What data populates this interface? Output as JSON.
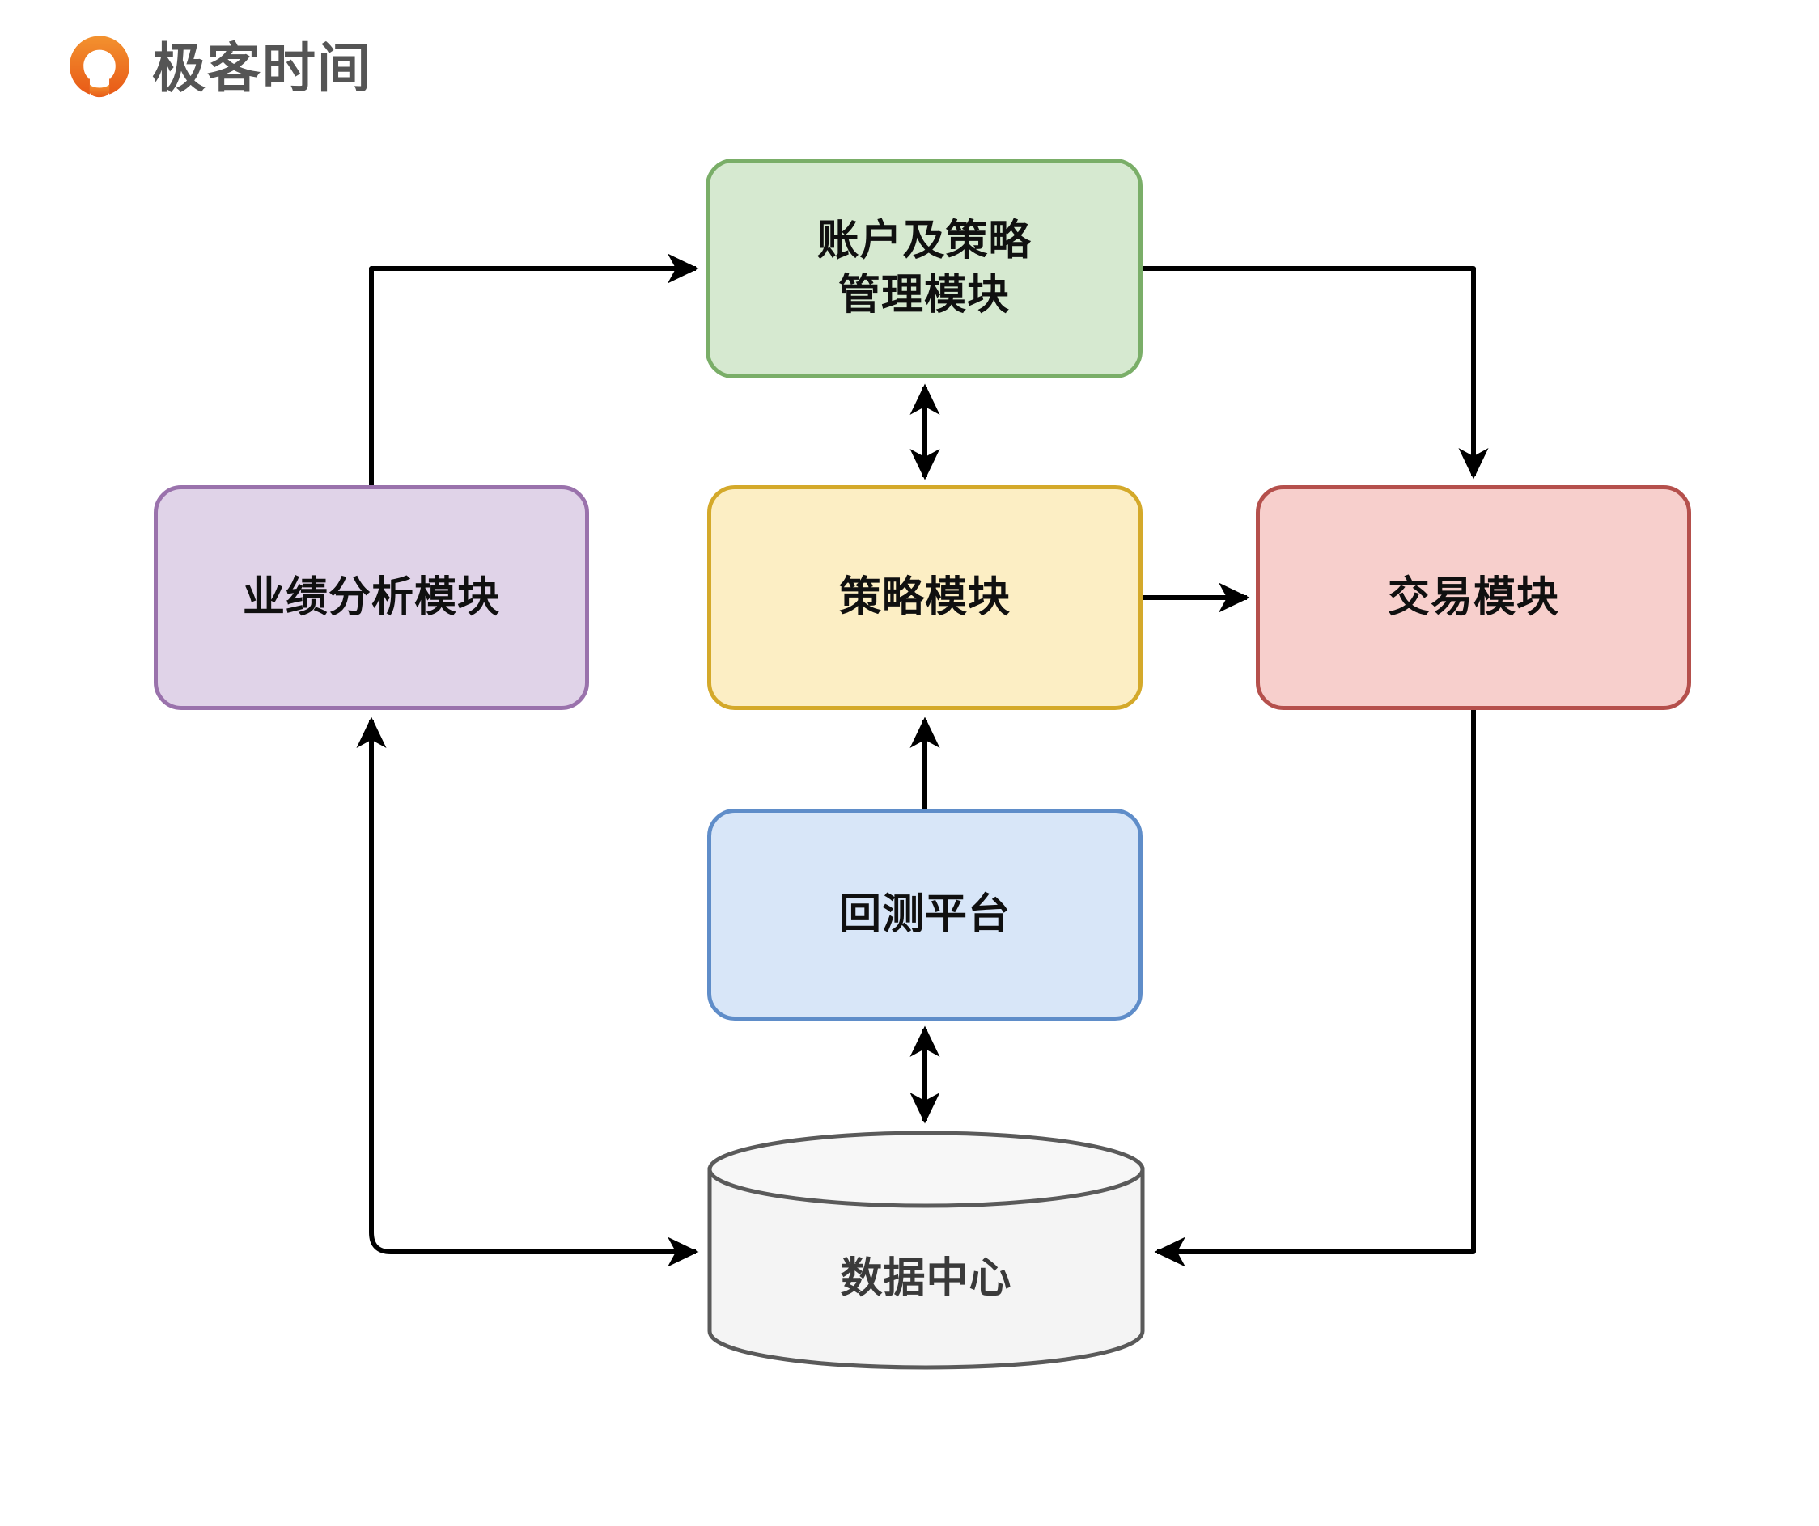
{
  "brand": {
    "logo_icon": "geekbang-circle-arrow-icon",
    "name": "极客时间",
    "logo_color": "#ea6a1e",
    "text_color": "#555555"
  },
  "diagram": {
    "type": "architecture-flow-diagram",
    "nodes": [
      {
        "id": "account",
        "label": "账户及策略\n管理模块",
        "shape": "rounded-rectangle",
        "fill": "#d6e9d0",
        "stroke": "#7aae68"
      },
      {
        "id": "performance",
        "label": "业绩分析模块",
        "shape": "rounded-rectangle",
        "fill": "#e0d3e8",
        "stroke": "#9a72ac"
      },
      {
        "id": "strategy",
        "label": "策略模块",
        "shape": "rounded-rectangle",
        "fill": "#fceec4",
        "stroke": "#d4a92a"
      },
      {
        "id": "trade",
        "label": "交易模块",
        "shape": "rounded-rectangle",
        "fill": "#f7cfcc",
        "stroke": "#b5504c"
      },
      {
        "id": "backtest",
        "label": "回测平台",
        "shape": "rounded-rectangle",
        "fill": "#d8e6f8",
        "stroke": "#5f8dc9"
      },
      {
        "id": "datacenter",
        "label": "数据中心",
        "shape": "cylinder",
        "fill": "#f4f4f4",
        "stroke": "#5a5a5a"
      }
    ],
    "edges": [
      {
        "from": "performance",
        "to": "account",
        "direction": "one-way",
        "routing": "up-then-right"
      },
      {
        "from": "account",
        "to": "trade",
        "direction": "one-way",
        "routing": "right-then-down"
      },
      {
        "from": "account",
        "to": "strategy",
        "direction": "two-way",
        "routing": "vertical"
      },
      {
        "from": "strategy",
        "to": "trade",
        "direction": "one-way",
        "routing": "horizontal"
      },
      {
        "from": "backtest",
        "to": "strategy",
        "direction": "one-way",
        "routing": "vertical"
      },
      {
        "from": "backtest",
        "to": "datacenter",
        "direction": "two-way",
        "routing": "vertical"
      },
      {
        "from": "datacenter",
        "to": "performance",
        "direction": "two-way",
        "routing": "left-then-up"
      },
      {
        "from": "trade",
        "to": "datacenter",
        "direction": "one-way",
        "routing": "down-then-left"
      }
    ],
    "edge_color": "#000000",
    "background": "#ffffff"
  }
}
